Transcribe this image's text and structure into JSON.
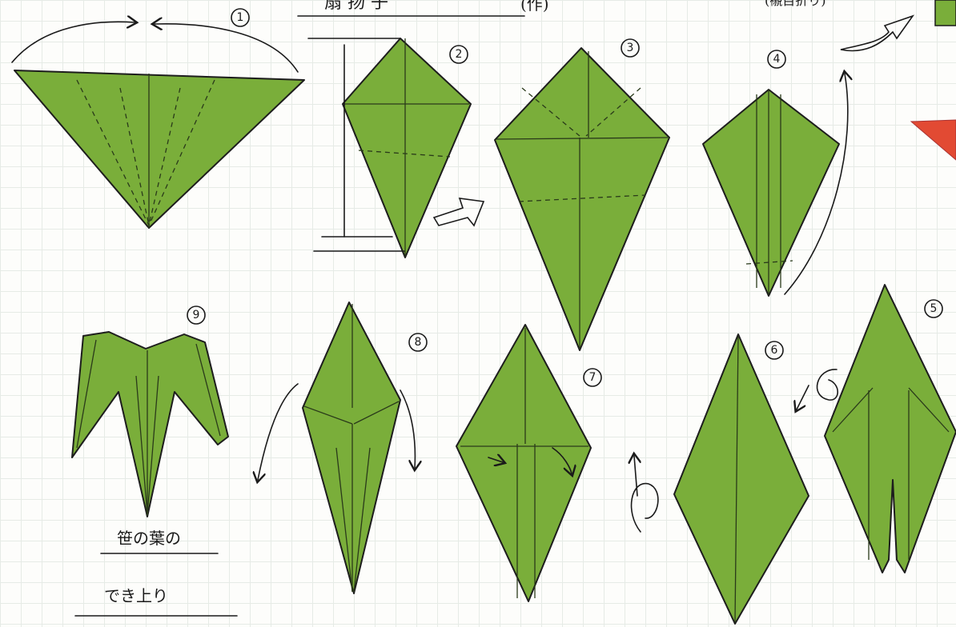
{
  "header": {
    "title_fragment": "扇 扬 子",
    "paren_fragment": "(作)",
    "top_right_fragment": "(襯目折り)"
  },
  "steps": [
    {
      "id": "step-1",
      "number": "1"
    },
    {
      "id": "step-2",
      "number": "2"
    },
    {
      "id": "step-3",
      "number": "3"
    },
    {
      "id": "step-4",
      "number": "4"
    },
    {
      "id": "step-5",
      "number": "5"
    },
    {
      "id": "step-6",
      "number": "6"
    },
    {
      "id": "step-7",
      "number": "7"
    },
    {
      "id": "step-8",
      "number": "8"
    },
    {
      "id": "step-9",
      "number": "9"
    }
  ],
  "caption": {
    "line1": "笹の葉の",
    "line2": "でき上り"
  },
  "colors": {
    "paper_green": "#7aae3a",
    "accent_red": "#e24a33",
    "ink": "#1a1a1a"
  }
}
